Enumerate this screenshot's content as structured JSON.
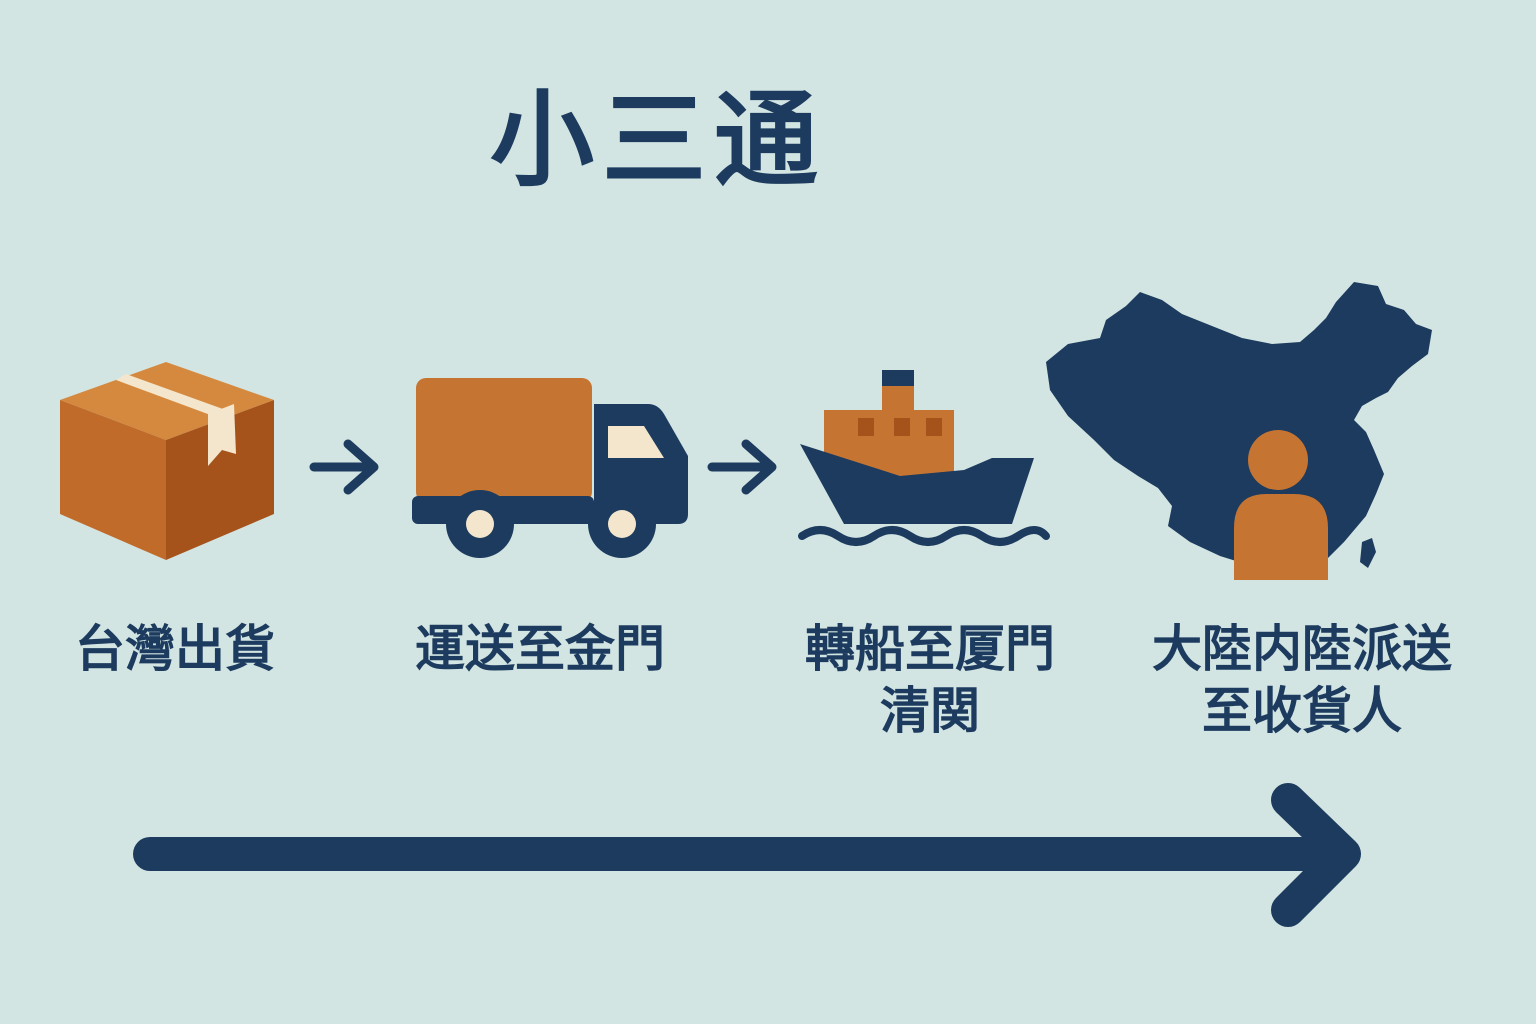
{
  "title": "小三通",
  "steps": [
    {
      "label_lines": [
        "台灣出貨"
      ],
      "icon": "package-box-icon"
    },
    {
      "label_lines": [
        "運送至金門"
      ],
      "icon": "delivery-truck-icon"
    },
    {
      "label_lines": [
        "轉船至厦門",
        "清関"
      ],
      "icon": "cargo-ship-icon"
    },
    {
      "label_lines": [
        "大陸内陸派送",
        "至收貨人"
      ],
      "icon": "china-map-recipient-icon"
    }
  ],
  "colors": {
    "background": "#d3e5e3",
    "navy": "#1c3b5e",
    "orange": "#c67432",
    "orange_dark": "#a4561c",
    "cream": "#f3e6cc"
  }
}
